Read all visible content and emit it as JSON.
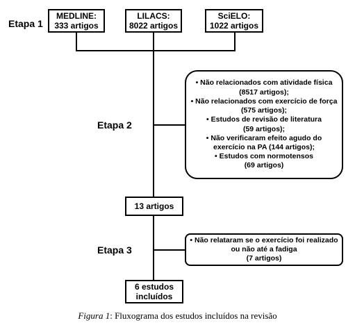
{
  "stages": {
    "etapa1": "Etapa 1",
    "etapa2": "Etapa 2",
    "etapa3": "Etapa 3"
  },
  "sources": [
    {
      "name": "MEDLINE:",
      "count": "333 artigos"
    },
    {
      "name": "LILACS:",
      "count": "8022 artigos"
    },
    {
      "name": "SciELO:",
      "count": "1022 artigos"
    }
  ],
  "exclusion1": [
    "• Não relacionados com atividade física",
    "(8517 artigos);",
    "• Não relacionados com exercício de força",
    "(575 artigos);",
    "• Estudos de revisão de literatura",
    "(59 artigos);",
    "• Não verificaram efeito agudo do",
    "exercício na PA (144 artigos);",
    "• Estudos com normotensos",
    "(69 artigos)"
  ],
  "after_stage2": "13 artigos",
  "exclusion2": [
    "• Não relataram se o exercício foi realizado",
    "ou não até a fadiga",
    "(7 artigos)"
  ],
  "final": [
    "6 estudos",
    "incluídos"
  ],
  "caption": {
    "label": "Figura 1",
    "text": ": Fluxograma dos estudos incluídos na revisão"
  }
}
